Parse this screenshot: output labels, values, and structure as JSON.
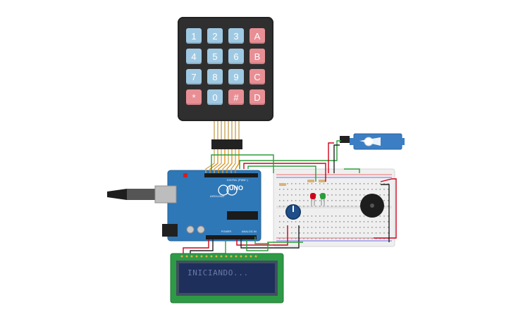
{
  "keypad": {
    "keys": [
      {
        "label": "1",
        "type": "num"
      },
      {
        "label": "2",
        "type": "num"
      },
      {
        "label": "3",
        "type": "num"
      },
      {
        "label": "A",
        "type": "fn"
      },
      {
        "label": "4",
        "type": "num"
      },
      {
        "label": "5",
        "type": "num"
      },
      {
        "label": "6",
        "type": "num"
      },
      {
        "label": "B",
        "type": "fn"
      },
      {
        "label": "7",
        "type": "num"
      },
      {
        "label": "8",
        "type": "num"
      },
      {
        "label": "9",
        "type": "num"
      },
      {
        "label": "C",
        "type": "fn"
      },
      {
        "label": "*",
        "type": "fn"
      },
      {
        "label": "0",
        "type": "num"
      },
      {
        "label": "#",
        "type": "fn"
      },
      {
        "label": "D",
        "type": "fn"
      }
    ],
    "colors": {
      "num": "#9fc9e3",
      "fn": "#e88f95"
    }
  },
  "arduino": {
    "board_label": "UNO",
    "brand_label": "ARDUINO",
    "digital_label": "DIGITAL (PWM~)",
    "power_label": "POWER",
    "analog_label": "ANALOG IN",
    "board_color": "#2f78b7"
  },
  "lcd": {
    "text": "INICIANDO...",
    "screen_color": "#1f2f5c",
    "pcb_color": "#2e9a46"
  },
  "colors": {
    "wire_red": "#d0021b",
    "wire_green": "#2a9d3a",
    "wire_black": "#222222",
    "wire_orange": "#e68a00",
    "breadboard": "#eeeeee",
    "servo": "#3b7ec4"
  }
}
